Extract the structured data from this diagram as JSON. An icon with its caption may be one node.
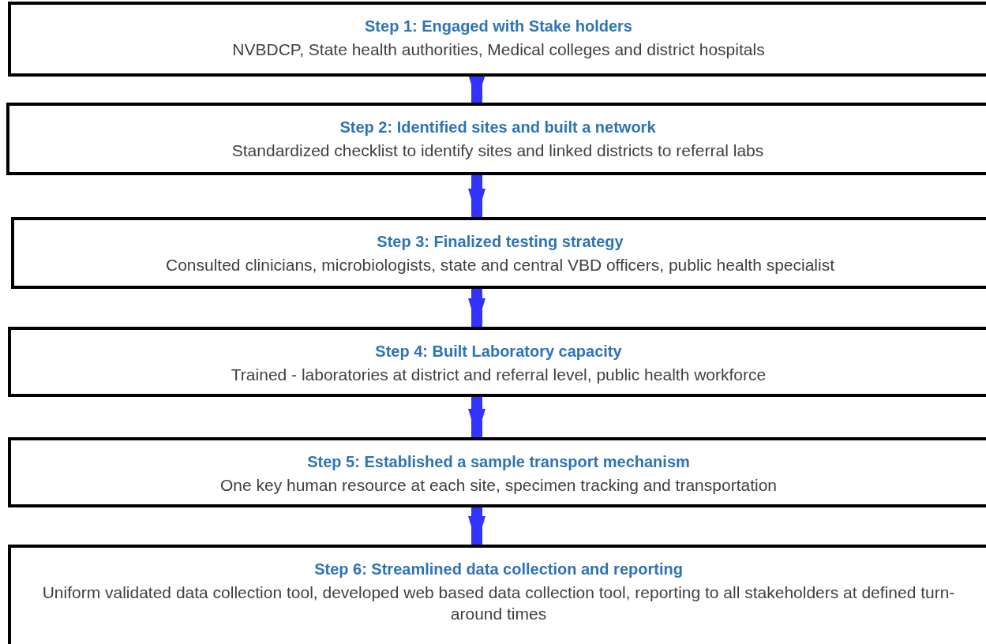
{
  "diagram": {
    "nodes": [
      {
        "text": [
          "Step 1: Engaged with Stake holders",
          "NVBDCP, State health authorities, Medical colleges and district hospitals"
        ]
      },
      {
        "text": [
          "Step 2: Identified sites and built a network",
          "Standardized checklist to identify sites and linked districts to referral labs"
        ]
      },
      {
        "text": [
          "Step 3: Finalized testing strategy",
          "Consulted clinicians, microbiologists, state and central VBD officers, public health specialist"
        ]
      },
      {
        "text": [
          "Step 4: Built Laboratory capacity",
          "Trained - laboratories at district and referral level, public health workforce"
        ]
      },
      {
        "text": [
          "Step 5: Established a sample transport mechanism",
          "One key human resource at each site, specimen tracking and transportation"
        ]
      },
      {
        "text": [
          "Step 6: Streamlined data collection and reporting",
          "Uniform validated data collection tool, developed web based data collection tool, reporting to all stakeholders at defined turn-around times"
        ]
      }
    ],
    "edges": [
      {
        "from": 0,
        "to": 1,
        "arrow": "to"
      },
      {
        "from": 1,
        "to": 2,
        "arrow": "to"
      },
      {
        "from": 2,
        "to": 3,
        "arrow": "to"
      },
      {
        "from": 3,
        "to": 4,
        "arrow": "to"
      },
      {
        "from": 4,
        "to": 5,
        "arrow": "to"
      }
    ]
  }
}
